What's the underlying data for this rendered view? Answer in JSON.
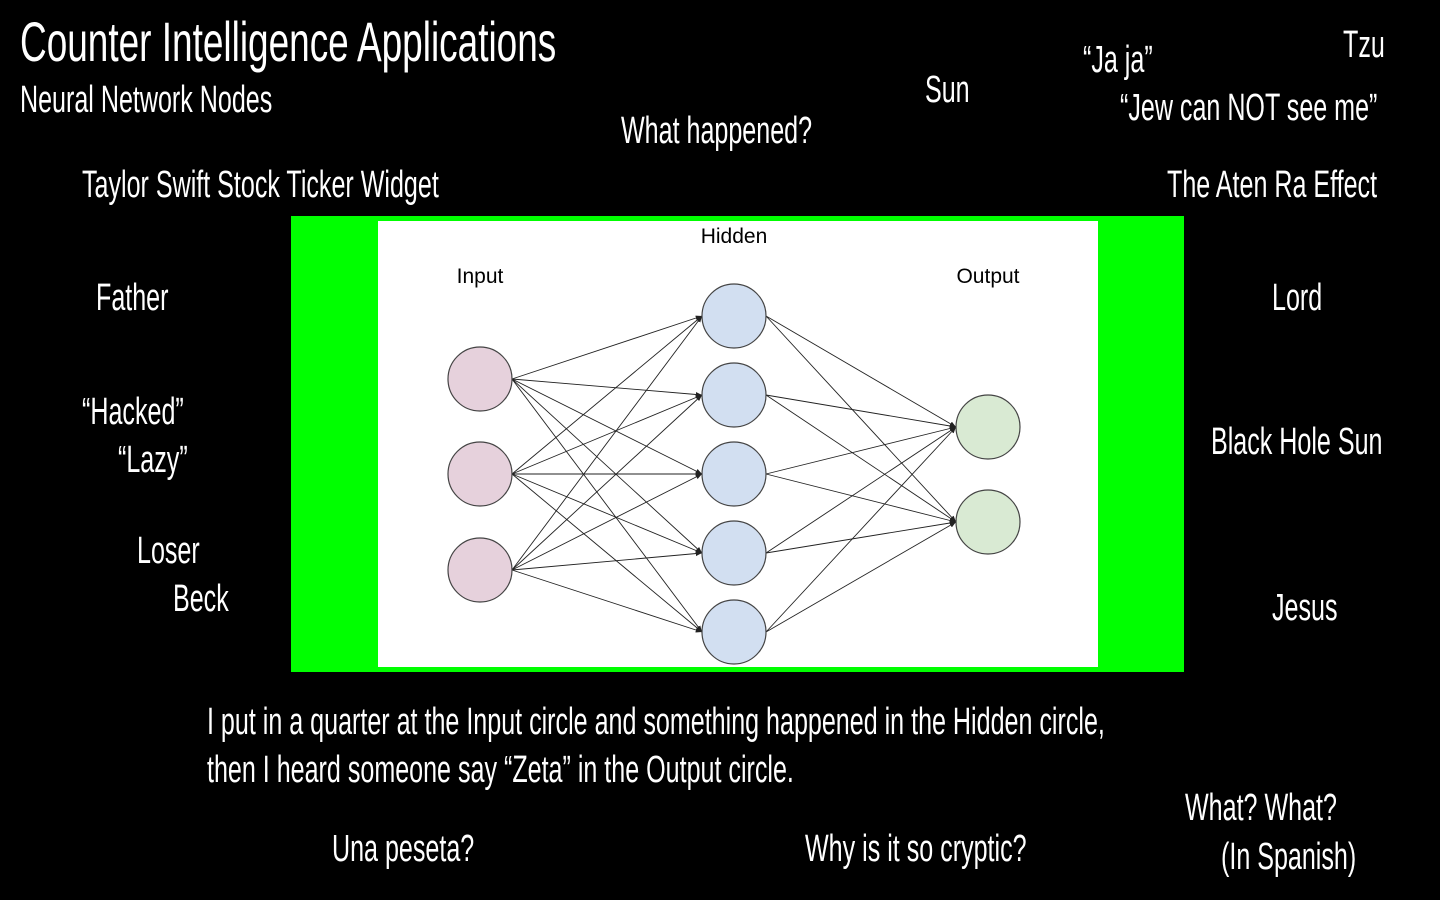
{
  "title": "Counter Intelligence Applications",
  "subtitle": "Neural Network Nodes",
  "labels": {
    "what_happened": "What happened?",
    "sun": "Sun",
    "ja_ja": "“Ja ja”",
    "tzu": "Tzu",
    "jew_can_not_see_me": "“Jew can NOT see me”",
    "taylor_swift": "Taylor Swift Stock Ticker Widget",
    "aten_ra": "The Aten Ra Effect",
    "father": "Father",
    "lord": "Lord",
    "hacked": "“Hacked”",
    "lazy": "“Lazy”",
    "black_hole_sun": "Black Hole Sun",
    "loser": "Loser",
    "beck": "Beck",
    "jesus": "Jesus",
    "una_peseta": "Una peseta?",
    "why_cryptic": "Why is it so cryptic?",
    "what_what": "What? What?",
    "in_spanish": "(In Spanish)"
  },
  "caption": {
    "line1": "I put in a quarter at the Input circle and something happened in the Hidden circle,",
    "line2": "then I heard someone say “Zeta” in the Output circle."
  },
  "diagram": {
    "layers": [
      {
        "label": "Input",
        "nodes": 3,
        "color": "#e6d1dc"
      },
      {
        "label": "Hidden",
        "nodes": 5,
        "color": "#d2dff1"
      },
      {
        "label": "Output",
        "nodes": 2,
        "color": "#d9ead3"
      }
    ],
    "frame_color": "#00ff00"
  }
}
